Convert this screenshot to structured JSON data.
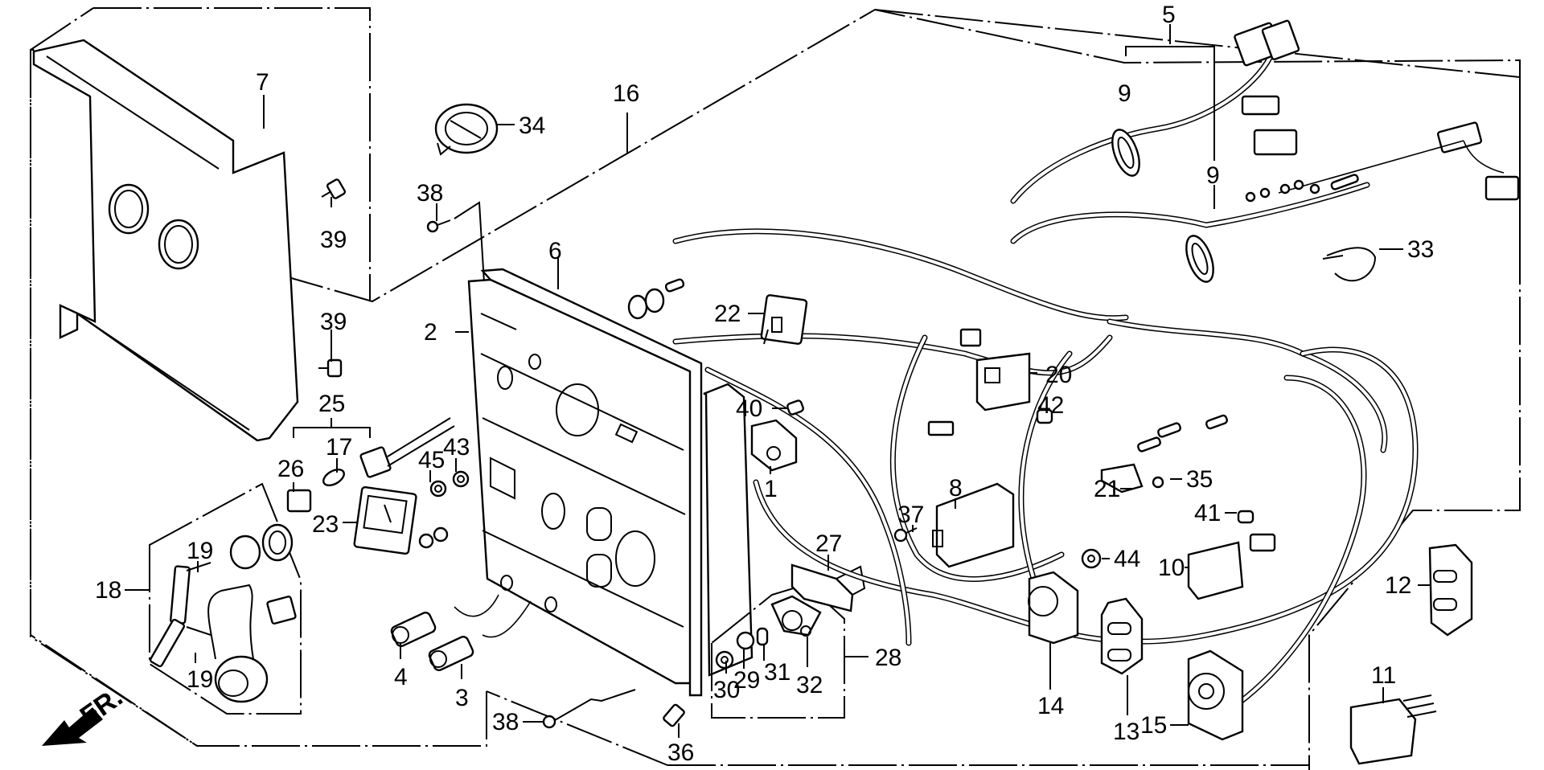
{
  "diagram": {
    "type": "exploded-parts-diagram",
    "orientation_label": "FR.",
    "callouts": [
      {
        "id": "c1",
        "label": "1"
      },
      {
        "id": "c2",
        "label": "2"
      },
      {
        "id": "c3",
        "label": "3"
      },
      {
        "id": "c4",
        "label": "4"
      },
      {
        "id": "c5",
        "label": "5"
      },
      {
        "id": "c6",
        "label": "6"
      },
      {
        "id": "c7",
        "label": "7"
      },
      {
        "id": "c8",
        "label": "8"
      },
      {
        "id": "c9a",
        "label": "9"
      },
      {
        "id": "c9b",
        "label": "9"
      },
      {
        "id": "c10",
        "label": "10"
      },
      {
        "id": "c11",
        "label": "11"
      },
      {
        "id": "c12",
        "label": "12"
      },
      {
        "id": "c13",
        "label": "13"
      },
      {
        "id": "c14",
        "label": "14"
      },
      {
        "id": "c15",
        "label": "15"
      },
      {
        "id": "c16",
        "label": "16"
      },
      {
        "id": "c17",
        "label": "17"
      },
      {
        "id": "c18",
        "label": "18"
      },
      {
        "id": "c19a",
        "label": "19"
      },
      {
        "id": "c19b",
        "label": "19"
      },
      {
        "id": "c20",
        "label": "20"
      },
      {
        "id": "c21",
        "label": "21"
      },
      {
        "id": "c22",
        "label": "22"
      },
      {
        "id": "c23",
        "label": "23"
      },
      {
        "id": "c25",
        "label": "25"
      },
      {
        "id": "c26",
        "label": "26"
      },
      {
        "id": "c27",
        "label": "27"
      },
      {
        "id": "c28",
        "label": "28"
      },
      {
        "id": "c29",
        "label": "29"
      },
      {
        "id": "c30",
        "label": "30"
      },
      {
        "id": "c31",
        "label": "31"
      },
      {
        "id": "c32",
        "label": "32"
      },
      {
        "id": "c33",
        "label": "33"
      },
      {
        "id": "c34",
        "label": "34"
      },
      {
        "id": "c35",
        "label": "35"
      },
      {
        "id": "c36",
        "label": "36"
      },
      {
        "id": "c37",
        "label": "37"
      },
      {
        "id": "c38a",
        "label": "38"
      },
      {
        "id": "c38b",
        "label": "38"
      },
      {
        "id": "c39a",
        "label": "39"
      },
      {
        "id": "c39b",
        "label": "39"
      },
      {
        "id": "c40",
        "label": "40"
      },
      {
        "id": "c41",
        "label": "41"
      },
      {
        "id": "c42",
        "label": "42"
      },
      {
        "id": "c43",
        "label": "43"
      },
      {
        "id": "c44",
        "label": "44"
      },
      {
        "id": "c45",
        "label": "45"
      }
    ]
  }
}
